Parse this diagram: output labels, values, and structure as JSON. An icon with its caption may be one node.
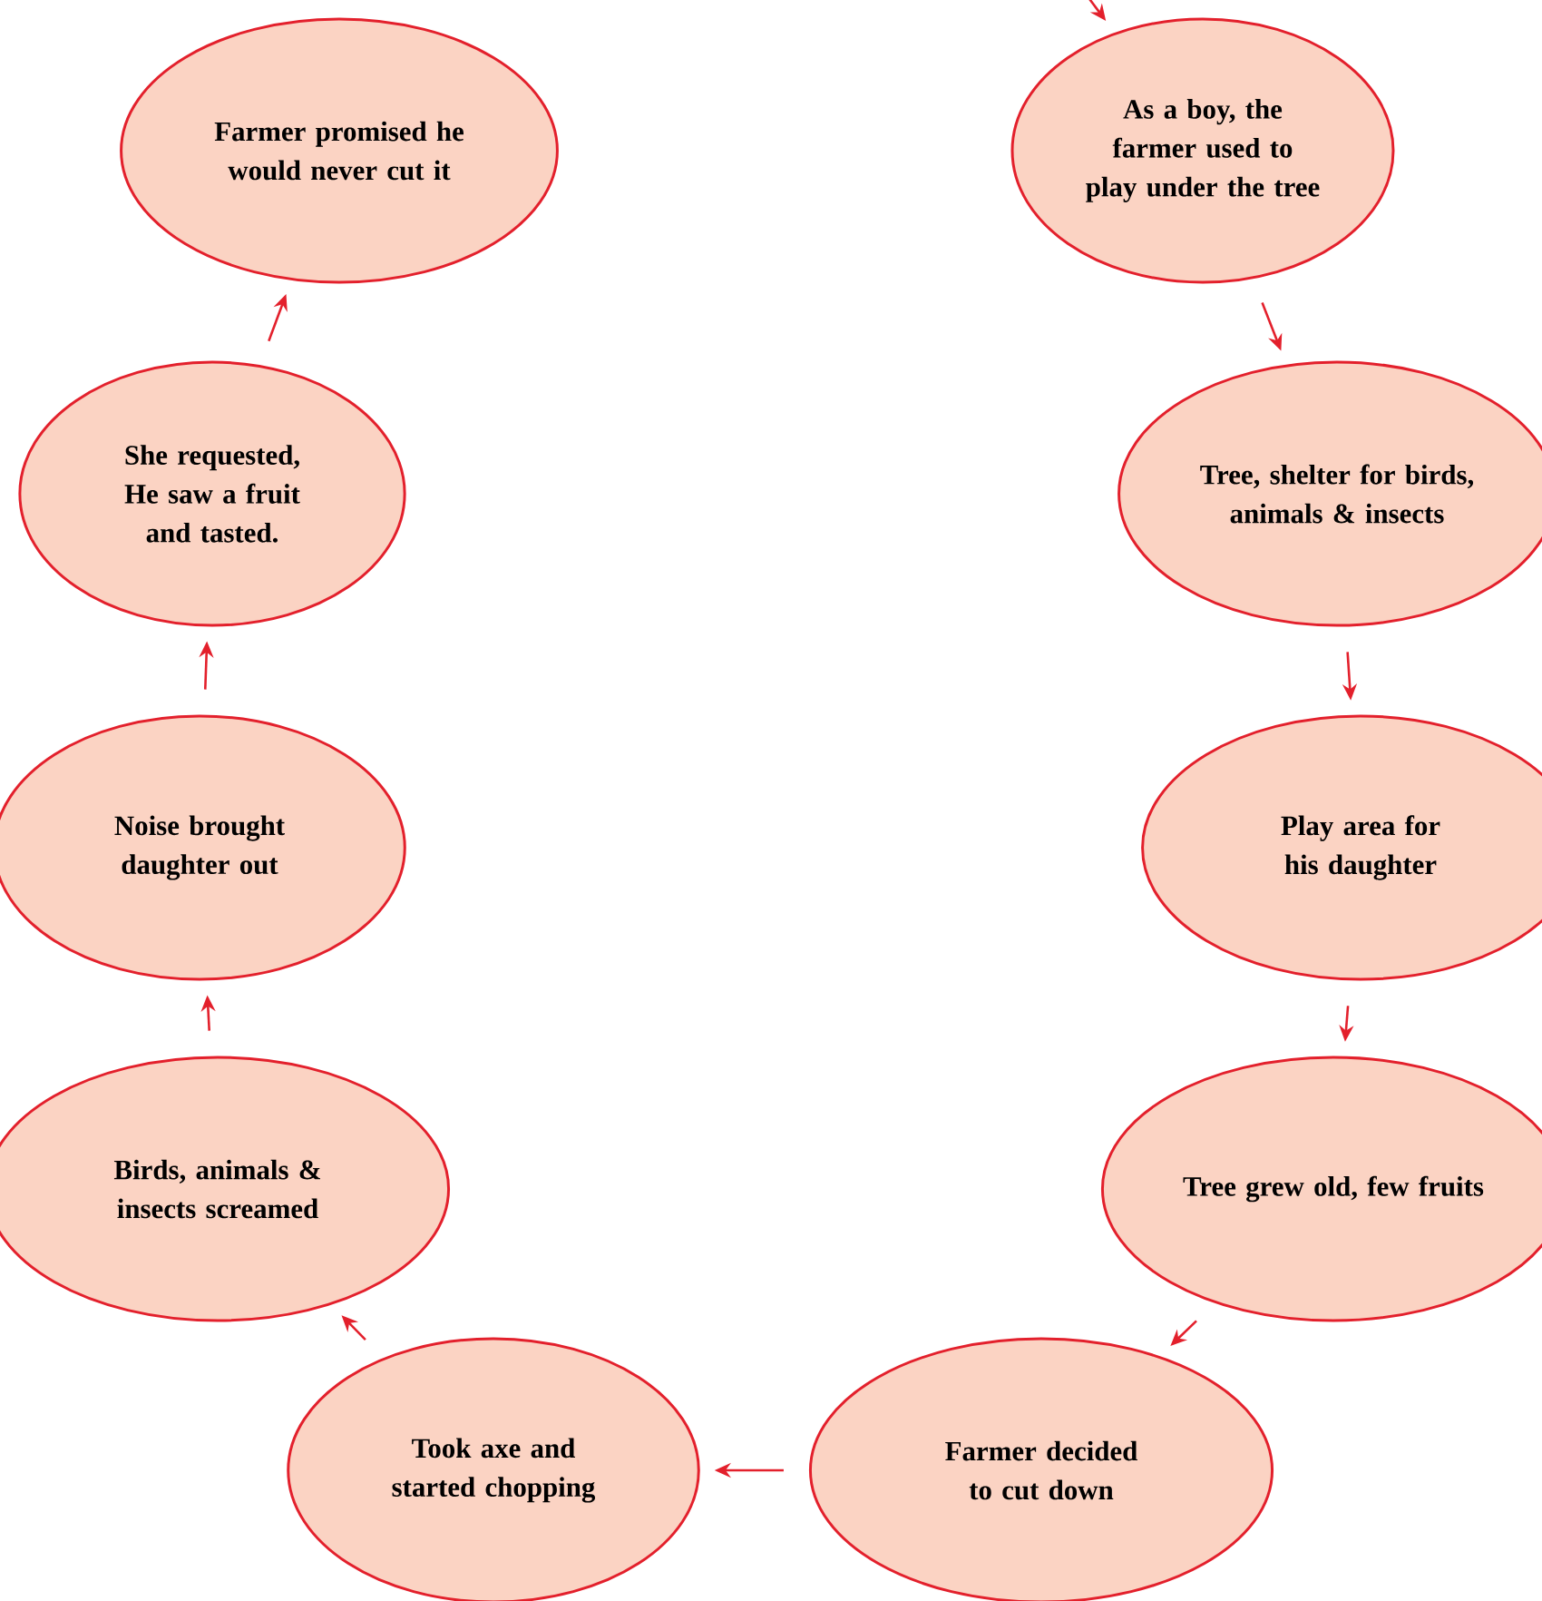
{
  "diagram": {
    "nodes": [
      {
        "text": [
          "As a boy, the farmer used to play under the tree"
        ]
      },
      {
        "text": [
          "Tree, shelter for birds, animals & insects"
        ]
      },
      {
        "text": [
          "Play area for his daughter"
        ]
      },
      {
        "text": [
          "Tree grew old, few fruits"
        ]
      },
      {
        "text": [
          "Farmer decided to cut down"
        ]
      },
      {
        "text": [
          "Took axe and started chopping"
        ]
      },
      {
        "text": [
          "Birds, animals & insects screamed"
        ]
      },
      {
        "text": [
          "Noise brought daughter out"
        ]
      },
      {
        "text": [
          "She requested, He saw a fruit and tasted."
        ]
      },
      {
        "text": [
          "Farmer promised he would never cut it"
        ]
      }
    ],
    "edges": [
      {
        "from": null,
        "to": 0,
        "arrow": "to"
      },
      {
        "from": 0,
        "to": 1,
        "arrow": "to"
      },
      {
        "from": 1,
        "to": 2,
        "arrow": "to"
      },
      {
        "from": 2,
        "to": 3,
        "arrow": "to"
      },
      {
        "from": 3,
        "to": 4,
        "arrow": "to"
      },
      {
        "from": 4,
        "to": 5,
        "arrow": "to"
      },
      {
        "from": 5,
        "to": 6,
        "arrow": "to"
      },
      {
        "from": 6,
        "to": 7,
        "arrow": "to"
      },
      {
        "from": 7,
        "to": 8,
        "arrow": "to"
      },
      {
        "from": 8,
        "to": 9,
        "arrow": "to"
      }
    ]
  }
}
